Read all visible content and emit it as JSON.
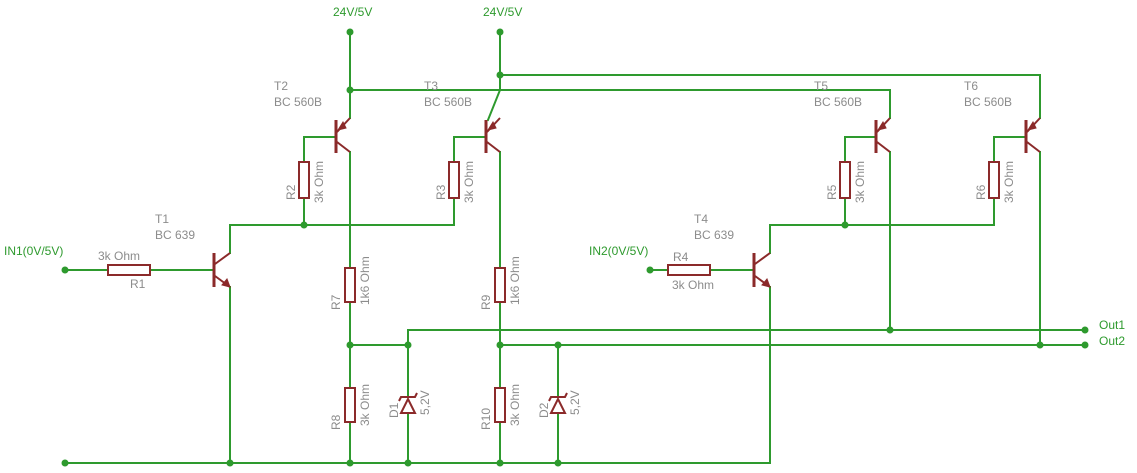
{
  "colors": {
    "wire": "#2e9a2e",
    "component": "#8b2a2a",
    "label": "#8c8c8c",
    "background": "#ffffff"
  },
  "nets": {
    "supply1": "24V/5V",
    "supply2": "24V/5V",
    "in1": "IN1(0V/5V)",
    "in2": "IN2(0V/5V)",
    "out1": "Out1",
    "out2": "Out2"
  },
  "transistors": {
    "t1": {
      "name": "T1",
      "value": "BC 639"
    },
    "t2": {
      "name": "T2",
      "value": "BC 560B"
    },
    "t3": {
      "name": "T3",
      "value": "BC 560B"
    },
    "t4": {
      "name": "T4",
      "value": "BC 639"
    },
    "t5": {
      "name": "T5",
      "value": "BC 560B"
    },
    "t6": {
      "name": "T6",
      "value": "BC 560B"
    }
  },
  "resistors": {
    "r1": {
      "name": "R1",
      "value": "3k Ohm"
    },
    "r2": {
      "name": "R2",
      "value": "3k Ohm"
    },
    "r3": {
      "name": "R3",
      "value": "3k Ohm"
    },
    "r4": {
      "name": "R4",
      "value": "3k Ohm"
    },
    "r5": {
      "name": "R5",
      "value": "3k Ohm"
    },
    "r6": {
      "name": "R6",
      "value": "3k Ohm"
    },
    "r7": {
      "name": "R7",
      "value": "1k6 Ohm"
    },
    "r8": {
      "name": "R8",
      "value": "3k Ohm"
    },
    "r9": {
      "name": "R9",
      "value": "1k6 Ohm"
    },
    "r10": {
      "name": "R10",
      "value": "3k Ohm"
    }
  },
  "diodes": {
    "d1": {
      "name": "D1",
      "value": "5,2V"
    },
    "d2": {
      "name": "D2",
      "value": "5,2V"
    }
  }
}
